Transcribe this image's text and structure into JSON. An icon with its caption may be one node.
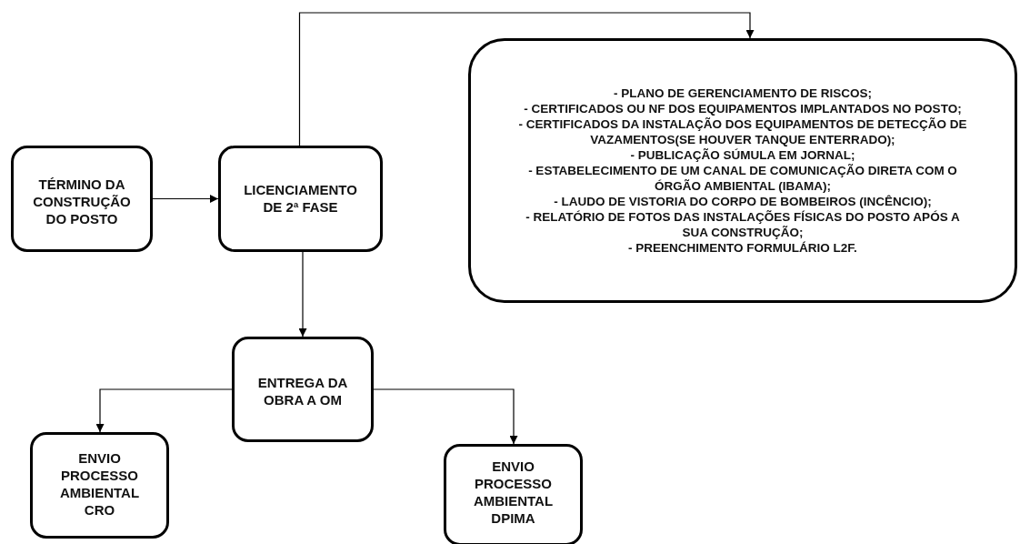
{
  "diagram": {
    "nodes": [
      {
        "text": [
          "TÉRMINO DA CONSTRUÇÃO DO POSTO"
        ]
      },
      {
        "text": [
          "LICENCIAMENTO DE 2ª FASE"
        ]
      },
      {
        "text": [
          "- PLANO DE GERENCIAMENTO DE RISCOS;",
          "- CERTIFICADOS OU NF DOS EQUIPAMENTOS IMPLANTADOS NO POSTO;",
          "- CERTIFICADOS DA INSTALAÇÃO DOS EQUIPAMENTOS DE DETECÇÃO DE VAZAMENTOS(SE HOUVER TANQUE ENTERRADO);",
          "- PUBLICAÇÃO SÚMULA EM JORNAL;",
          "- ESTABELECIMENTO DE UM CANAL DE COMUNICAÇÃO DIRETA COM O ÓRGÃO AMBIENTAL (IBAMA);",
          "- LAUDO DE VISTORIA DO CORPO DE BOMBEIROS (INCÊNCIO);",
          "- RELATÓRIO DE FOTOS DAS INSTALAÇÕES FÍSICAS DO POSTO APÓS A SUA CONSTRUÇÃO;",
          "- PREENCHIMENTO FORMULÁRIO L2F."
        ]
      },
      {
        "text": [
          "ENTREGA DA OBRA A OM"
        ]
      },
      {
        "text": [
          "ENVIO PROCESSO AMBIENTAL CRO"
        ]
      },
      {
        "text": [
          "ENVIO PROCESSO AMBIENTAL DPIMA"
        ]
      }
    ],
    "edges": [
      {
        "from": 0,
        "to": 1,
        "arrow": "to"
      },
      {
        "from": 1,
        "to": 2,
        "arrow": "to"
      },
      {
        "from": 1,
        "to": 3,
        "arrow": "to"
      },
      {
        "from": 3,
        "to": 4,
        "arrow": "to"
      },
      {
        "from": 3,
        "to": 5,
        "arrow": "to"
      }
    ]
  }
}
